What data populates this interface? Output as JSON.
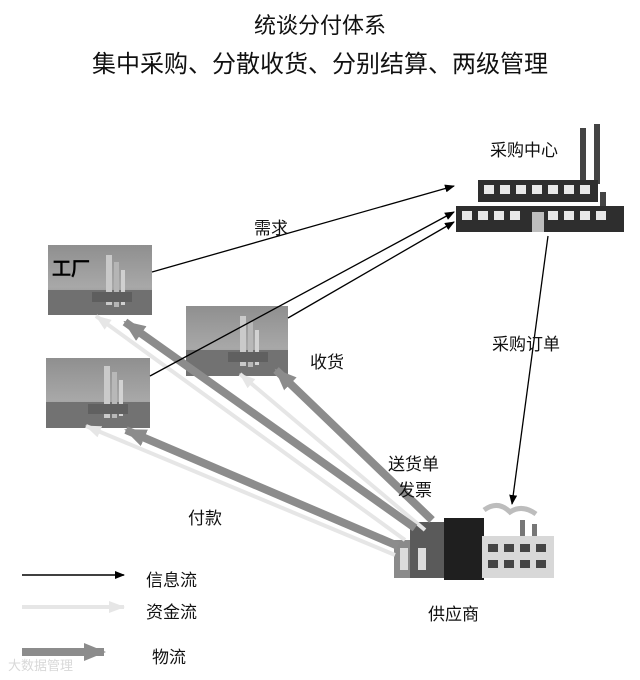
{
  "title": "统谈分付体系",
  "subtitle": "集中采购、分散收货、分别结算、两级管理",
  "nodes": {
    "procurement_center": "采购中心",
    "factory": "工厂",
    "supplier": "供应商"
  },
  "flow_labels": {
    "demand": "需求",
    "receiving": "收货",
    "purchase_order": "采购订单",
    "delivery_note_line1": "送货单",
    "delivery_note_line2": "发票",
    "payment": "付款"
  },
  "legend": {
    "info_flow": "信息流",
    "fund_flow": "资金流",
    "goods_flow": "物流"
  },
  "watermark": "大数据管理",
  "colors": {
    "info_arrow": "#000000",
    "fund_arrow": "#e6e6e6",
    "goods_arrow": "#8c8c8c"
  }
}
